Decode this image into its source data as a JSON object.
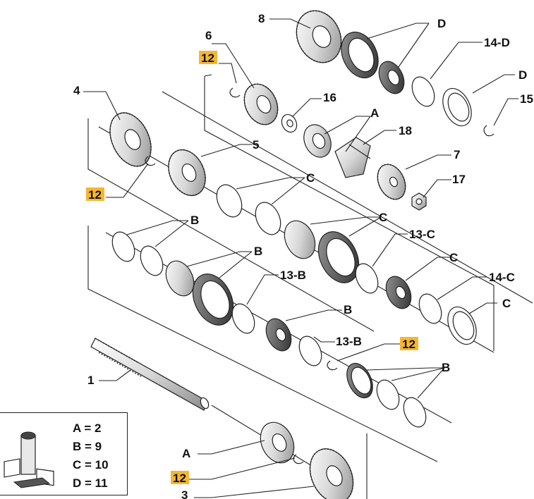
{
  "callouts": {
    "c1": "1",
    "c3": "3",
    "c4": "4",
    "c5": "5",
    "c6": "6",
    "c7": "7",
    "c8": "8",
    "c12a": "12",
    "c12b": "12",
    "c12c": "12",
    "c12d": "12",
    "c13b1": "13-B",
    "c13b2": "13-B",
    "c13c": "13-C",
    "c14c": "14-C",
    "c14d": "14-D",
    "c15": "15",
    "c16": "16",
    "c17": "17",
    "c18": "18",
    "cA1": "A",
    "cA2": "A",
    "cB1": "B",
    "cB2": "B",
    "cB3": "B",
    "cB4": "B",
    "cC1": "C",
    "cC2": "C",
    "cC3": "C",
    "cC4": "C",
    "cD1": "D",
    "cD2": "D"
  },
  "legend": {
    "a": "A = 2",
    "b": "B = 9",
    "c": "C = 10",
    "d": "D = 11"
  },
  "colors": {
    "highlight": "#f5b731",
    "ink": "#222222"
  }
}
